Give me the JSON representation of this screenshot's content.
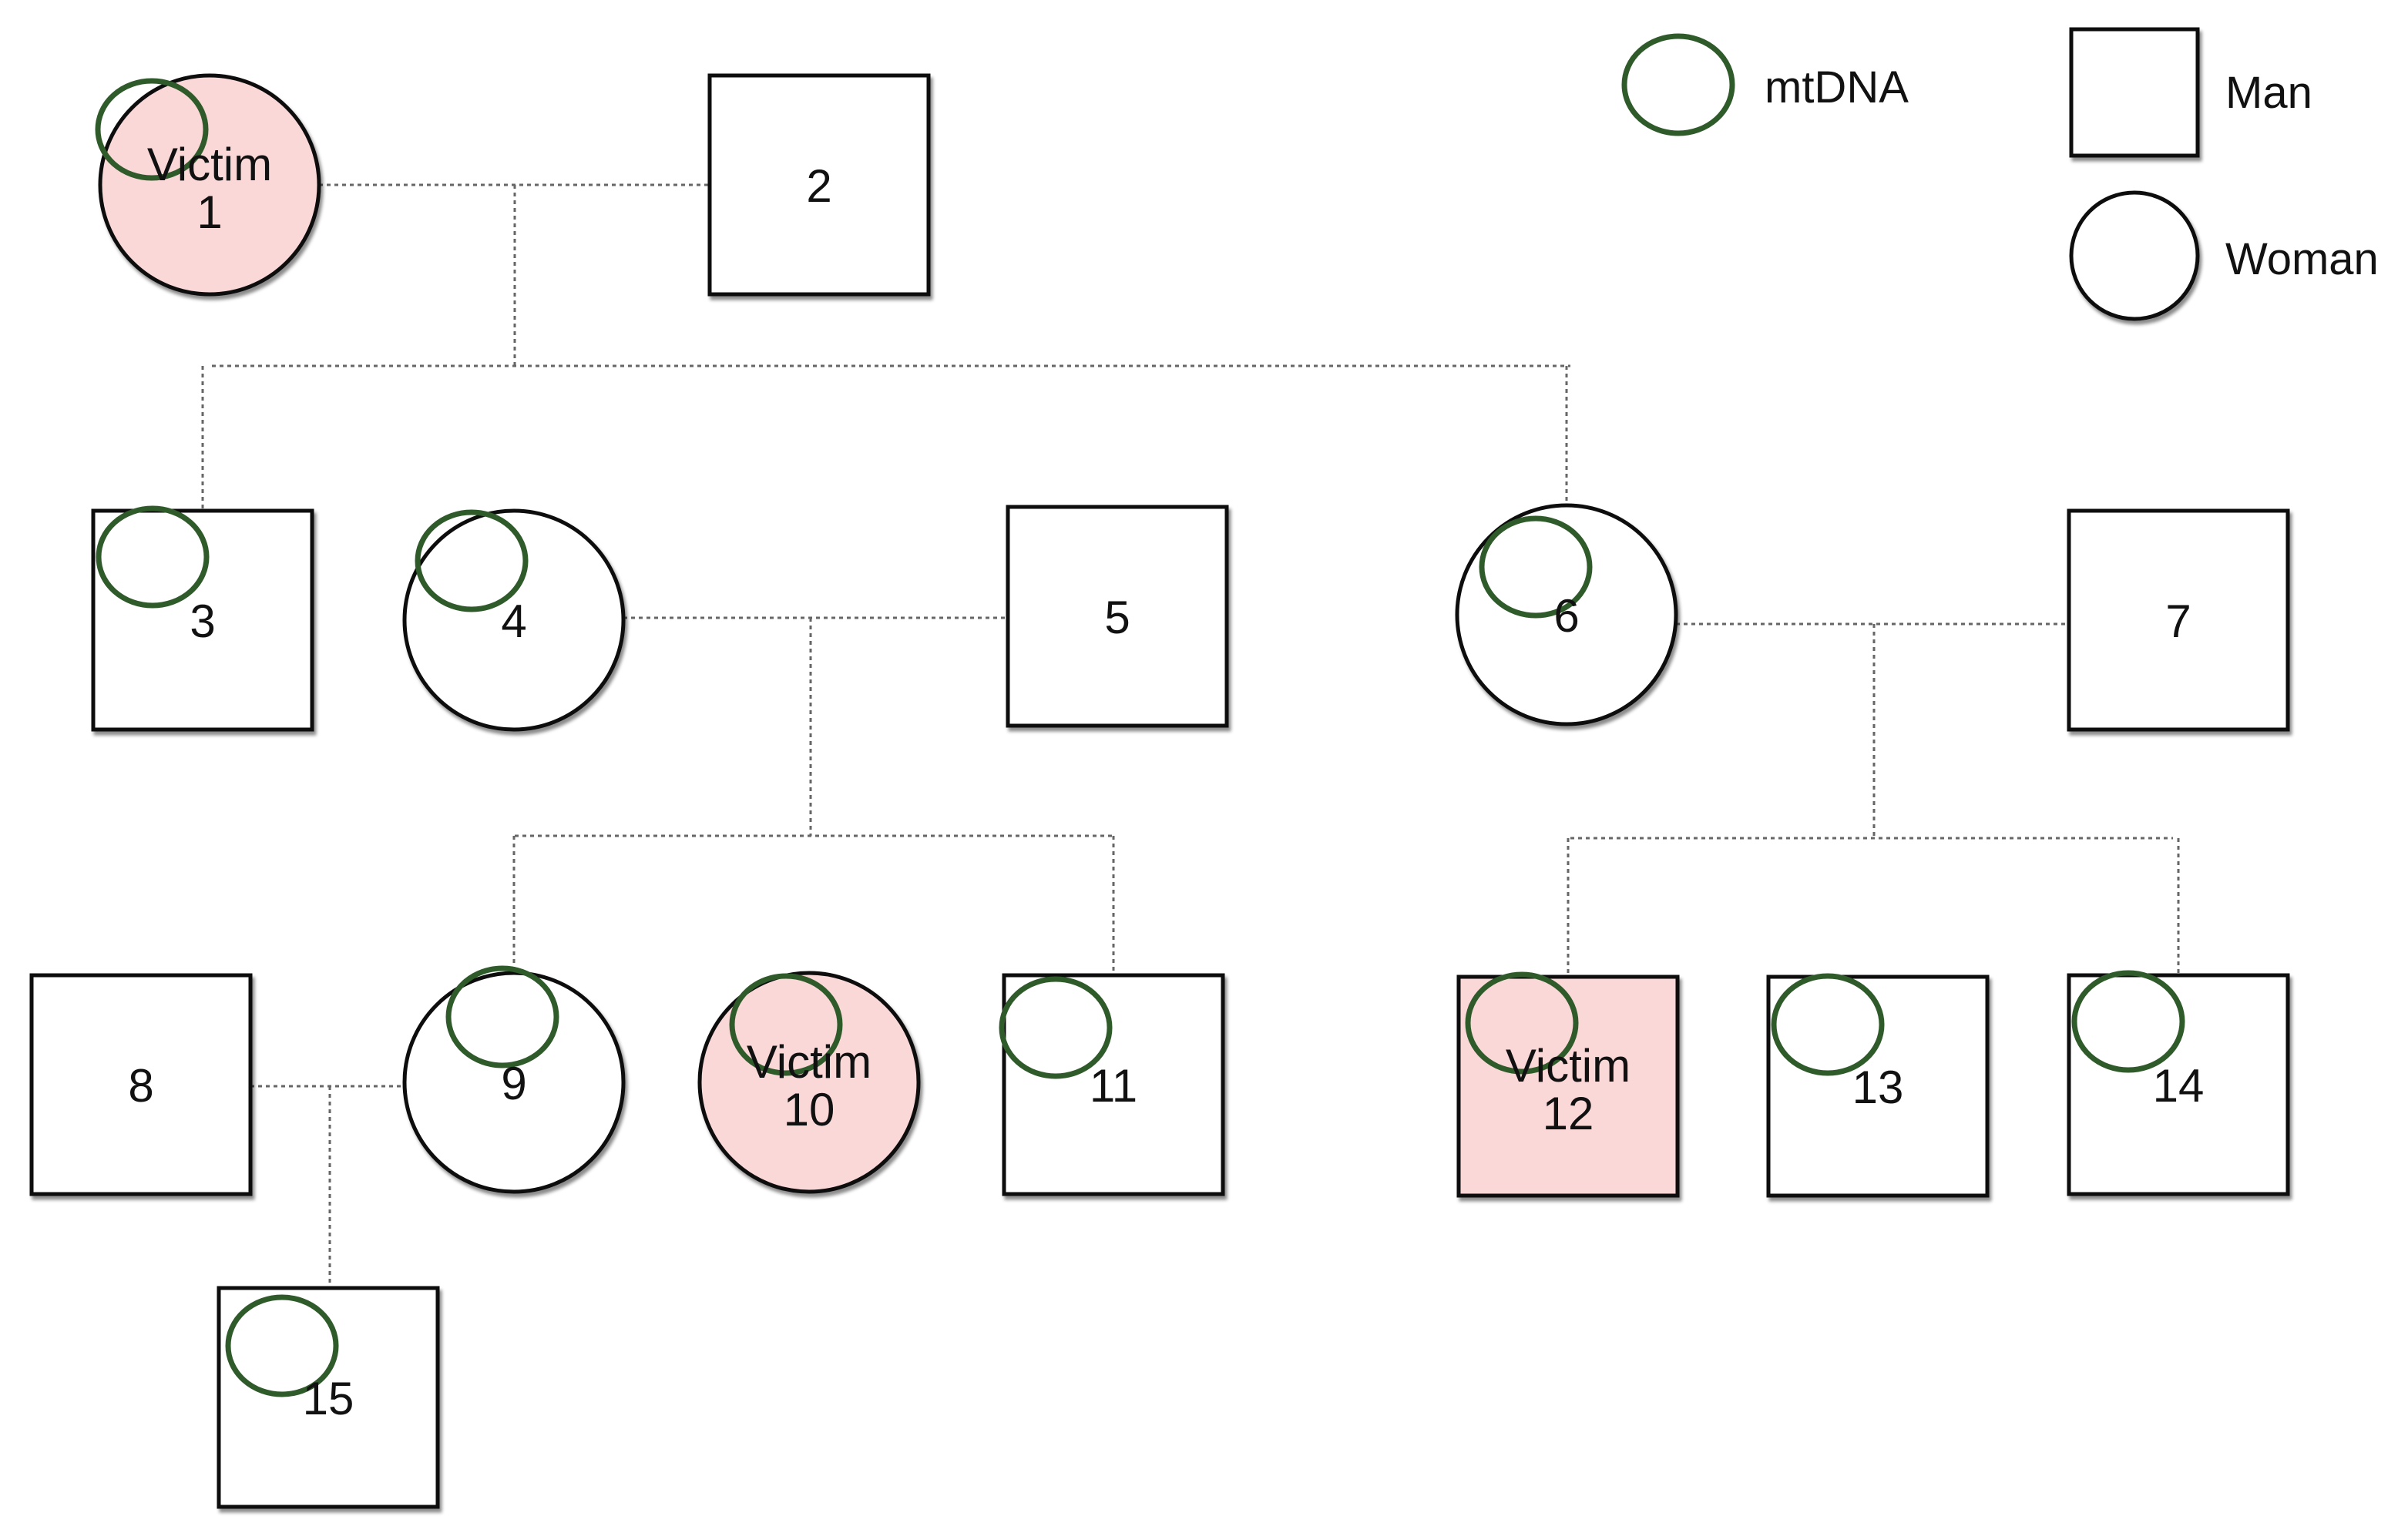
{
  "colors": {
    "affected_fill": "#fbd8d8",
    "unaffected_fill": "#ffffff",
    "mtdna_ring": "#2f5a2a",
    "line": "#666666"
  },
  "legend": {
    "mtdna_label": "mtDNA",
    "man_label": "Man",
    "woman_label": "Woman"
  },
  "individuals": [
    {
      "id": "1",
      "sex": "woman",
      "lines": [
        "Victim",
        "1"
      ],
      "affected": true,
      "mtdna": true
    },
    {
      "id": "2",
      "sex": "man",
      "lines": [
        "2"
      ],
      "affected": false,
      "mtdna": false
    },
    {
      "id": "3",
      "sex": "man",
      "lines": [
        "3"
      ],
      "affected": false,
      "mtdna": true
    },
    {
      "id": "4",
      "sex": "woman",
      "lines": [
        "4"
      ],
      "affected": false,
      "mtdna": true
    },
    {
      "id": "5",
      "sex": "man",
      "lines": [
        "5"
      ],
      "affected": false,
      "mtdna": false
    },
    {
      "id": "6",
      "sex": "woman",
      "lines": [
        "6"
      ],
      "affected": false,
      "mtdna": true
    },
    {
      "id": "7",
      "sex": "man",
      "lines": [
        "7"
      ],
      "affected": false,
      "mtdna": false
    },
    {
      "id": "8",
      "sex": "man",
      "lines": [
        "8"
      ],
      "affected": false,
      "mtdna": false
    },
    {
      "id": "9",
      "sex": "woman",
      "lines": [
        "9"
      ],
      "affected": false,
      "mtdna": true
    },
    {
      "id": "10",
      "sex": "woman",
      "lines": [
        "Victim",
        "10"
      ],
      "affected": true,
      "mtdna": true
    },
    {
      "id": "11",
      "sex": "man",
      "lines": [
        "11"
      ],
      "affected": false,
      "mtdna": true
    },
    {
      "id": "12",
      "sex": "man",
      "lines": [
        "Victim",
        "12"
      ],
      "affected": true,
      "mtdna": true
    },
    {
      "id": "13",
      "sex": "man",
      "lines": [
        "13"
      ],
      "affected": false,
      "mtdna": true
    },
    {
      "id": "14",
      "sex": "man",
      "lines": [
        "14"
      ],
      "affected": false,
      "mtdna": true
    },
    {
      "id": "15",
      "sex": "man",
      "lines": [
        "15"
      ],
      "affected": false,
      "mtdna": true
    }
  ],
  "unions": [
    {
      "partners": [
        "1",
        "2"
      ],
      "children": [
        "3",
        "4",
        "6"
      ]
    },
    {
      "partners": [
        "4",
        "5"
      ],
      "children": [
        "9",
        "10",
        "11"
      ]
    },
    {
      "partners": [
        "6",
        "7"
      ],
      "children": [
        "12",
        "13",
        "14"
      ]
    },
    {
      "partners": [
        "9",
        "8"
      ],
      "children": [
        "15"
      ]
    }
  ]
}
